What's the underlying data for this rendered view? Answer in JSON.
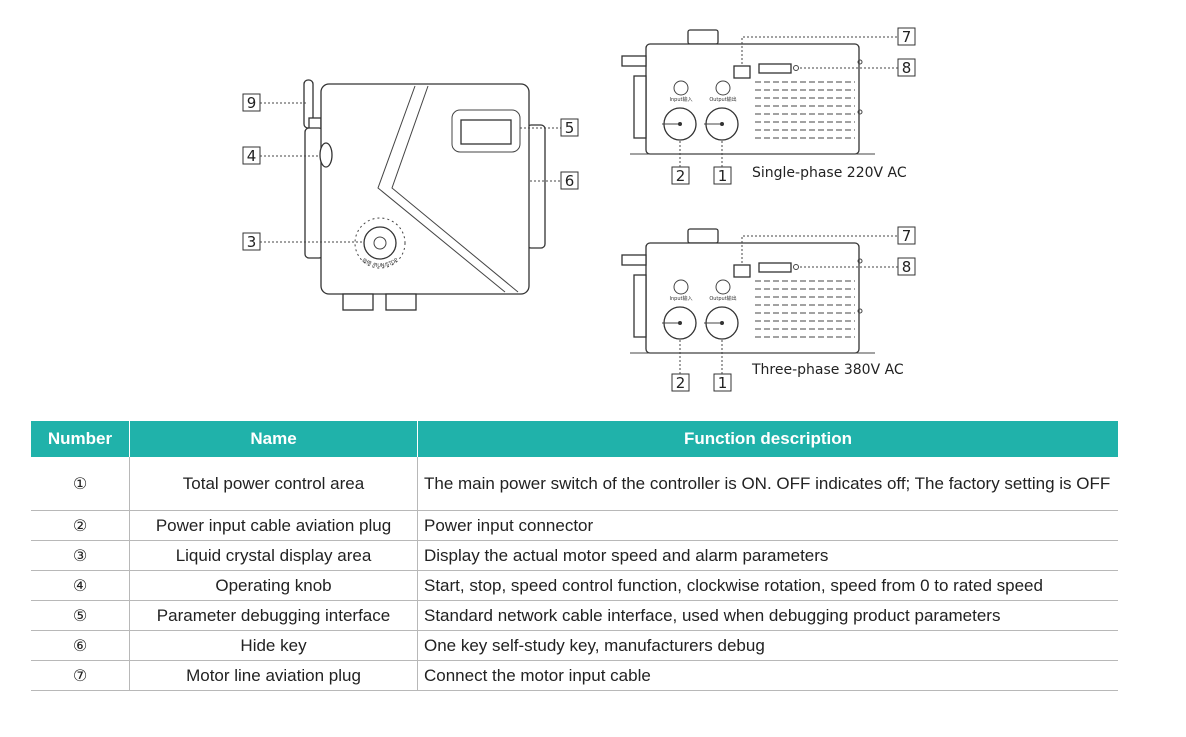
{
  "diagram": {
    "callouts": [
      "9",
      "4",
      "3",
      "5",
      "6",
      "7",
      "8",
      "2",
      "1"
    ],
    "panel_labels": {
      "input": "Input输入",
      "output": "Output输出",
      "knob_text": "启停 /RUN/STOP"
    },
    "single_phase_label": "Single-phase 220V  AC",
    "three_phase_label": "Three-phase 380V AC"
  },
  "table": {
    "headers": [
      "Number",
      "Name",
      "Function description"
    ],
    "rows": [
      {
        "number": "①",
        "name": "Total power control area",
        "description": "The main power switch of the controller is ON. OFF indicates off; The factory setting is OFF"
      },
      {
        "number": "②",
        "name": "Power input cable aviation plug",
        "description": "Power input connector"
      },
      {
        "number": "③",
        "name": "Liquid crystal display area",
        "description": "Display the actual motor speed and alarm parameters"
      },
      {
        "number": "④",
        "name": "Operating knob",
        "description": "Start, stop, speed control function, clockwise rotation, speed from 0 to rated speed"
      },
      {
        "number": "⑤",
        "name": "Parameter debugging interface",
        "description": "Standard network cable interface, used when debugging product parameters"
      },
      {
        "number": "⑥",
        "name": "Hide key",
        "description": "One key self-study key, manufacturers debug"
      },
      {
        "number": "⑦",
        "name": "Motor line aviation plug",
        "description": "Connect the motor input cable"
      }
    ]
  }
}
